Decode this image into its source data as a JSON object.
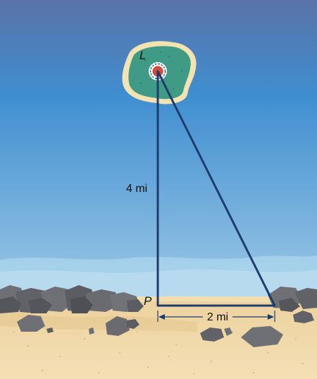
{
  "labels": {
    "island_point": "L",
    "shore_point": "P",
    "vertical_distance": "4 mi",
    "horizontal_distance": "2 mi"
  },
  "colors": {
    "sky_top": "#5a73a8",
    "sky_mid": "#3f8ed0",
    "sky_horizon": "#9cc8e6",
    "sea": "#a9d3ec",
    "sand": "#f2ddb0",
    "sand_dark": "#e6c78e",
    "island_shore": "#f2e3b0",
    "island_land": "#3f9a86",
    "lighthouse": "#d9483a",
    "line": "#1e3d6e",
    "rock": "#6f7075",
    "rock_dark": "#55565b"
  }
}
